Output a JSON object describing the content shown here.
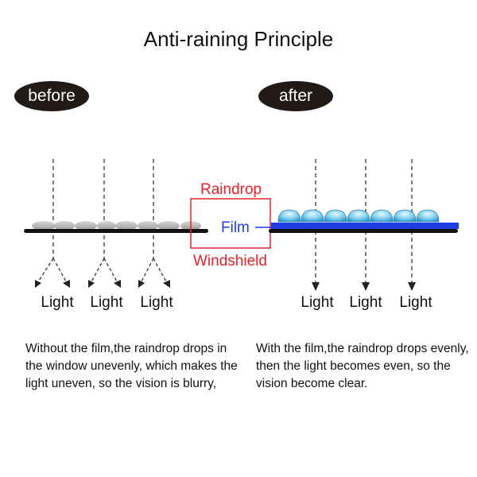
{
  "title": "Anti-raining Principle",
  "before_label": "before",
  "after_label": "after",
  "labels": {
    "raindrop": "Raindrop",
    "film": "Film",
    "windshield": "Windshield"
  },
  "light_label": "Light",
  "left_lights": [
    "Light",
    "Light",
    "Light"
  ],
  "right_lights": [
    "Light",
    "Light",
    "Light"
  ],
  "left_description": "Without the film,the raindrop drops in the window unevenly, which makes the light uneven, so the vision is blurry,",
  "right_description": "With the film,the raindrop drops evenly, then the light becomes even, so the vision become clear.",
  "colors": {
    "red": "#e8202a",
    "blue": "#1f3de0",
    "glass": "#111111",
    "drop_grey": "#b9b9b9",
    "drop_blue": "#6cc4ea"
  }
}
